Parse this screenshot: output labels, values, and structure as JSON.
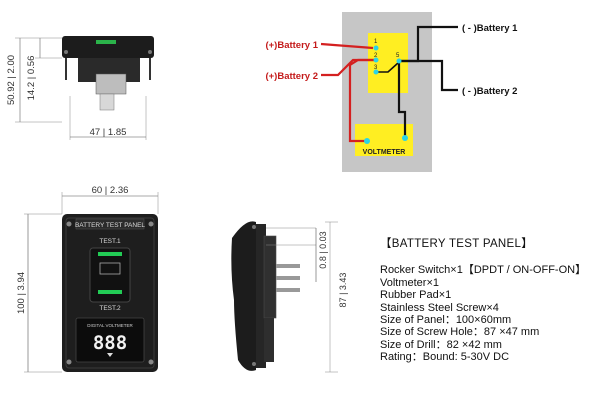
{
  "dimensions": {
    "side_height": "50.92",
    "side_height_in": "2.00",
    "side_lower": "14.2",
    "side_lower_in": "0.56",
    "side_width": "47",
    "side_width_in": "1.85",
    "front_width": "60",
    "front_width_in": "2.36",
    "front_height": "100",
    "front_height_in": "3.94",
    "profile_thickness": "0.8",
    "profile_thickness_in": "0.03",
    "profile_depth": "87",
    "profile_depth_in": "3.43"
  },
  "panel": {
    "header": "BATTERY TEST PANEL",
    "test1": "TEST.1",
    "test2": "TEST.2",
    "voltmeter_label": "DIGITAL VOLTMETER",
    "readout": "888"
  },
  "wiring": {
    "left_top": "(+)Battery 1",
    "left_bottom": "(+)Battery 2",
    "right_top": "( - )Battery 1",
    "right_bottom": "( - )Battery 2",
    "pin1": "1",
    "pin2": "2",
    "pin3": "3",
    "pin5": "5",
    "voltmeter": "VOLTMETER"
  },
  "specs": {
    "title": "【BATTERY TEST  PANEL】",
    "lines": [
      "Rocker Switch×1【DPDT / ON-OFF-ON】",
      "Voltmeter×1",
      "Rubber Pad×1",
      "Stainless Steel Screw×4",
      "Size of Panel：100×60mm",
      "Size of Screw Hole：87 ×47 mm",
      "Size of Drill：82 ×42 mm",
      "Rating：Bound: 5-30V DC"
    ]
  },
  "colors": {
    "positive_wire": "#d42020",
    "negative_wire": "#111111",
    "switch_yellow": "#ffee22",
    "pin_cyan": "#2ad4e6",
    "panel_bg": "#c6c6c6",
    "led_green": "#22cc55"
  }
}
